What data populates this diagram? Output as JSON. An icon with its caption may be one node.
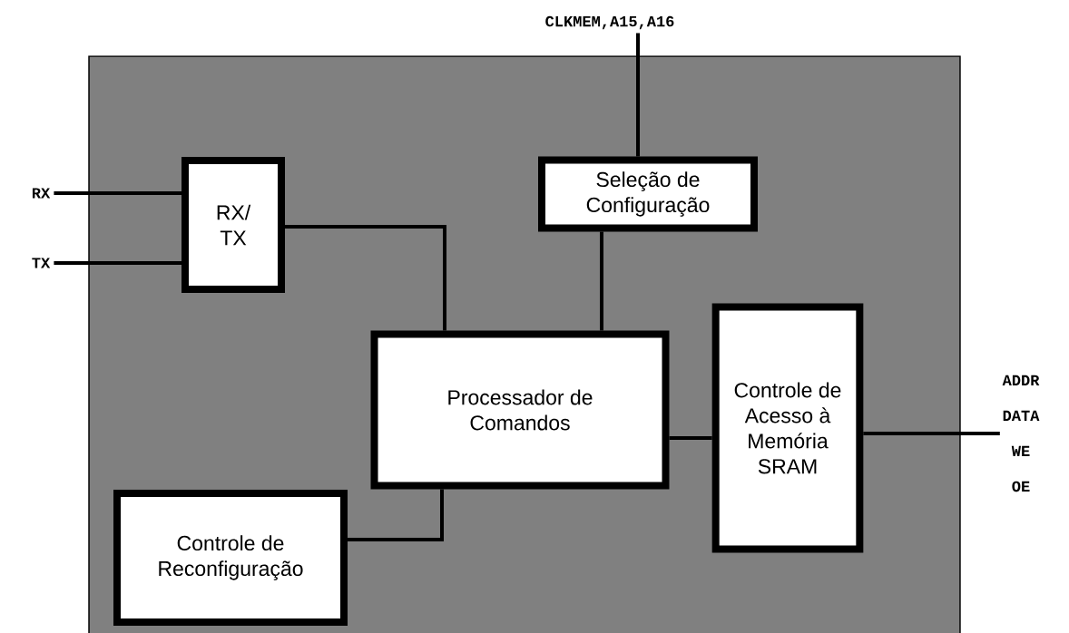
{
  "diagram": {
    "nodes": [
      {
        "text": [],
        "shape": "box"
      },
      {
        "text": [
          "RX/ TX"
        ],
        "in": 0
      },
      {
        "text": [
          "Seleção de Configuração"
        ],
        "in": 0
      },
      {
        "text": [
          "Processador de Comandos"
        ],
        "in": 0
      },
      {
        "text": [
          "Controle de Acesso à Memória SRAM"
        ],
        "in": 0
      },
      {
        "text": [
          "Controle de Reconfiguração"
        ],
        "in": 0
      },
      {
        "text": [
          "RX"
        ]
      },
      {
        "text": [
          "TX"
        ]
      },
      {
        "text": [
          "CLKMEM,A15,A16"
        ]
      },
      {
        "text": [
          "ADDR DATA WE OE"
        ]
      }
    ],
    "edges": [
      {
        "from": 6,
        "to": 1,
        "arrow": "none"
      },
      {
        "from": 7,
        "to": 1,
        "arrow": "none"
      },
      {
        "from": 8,
        "to": 2,
        "arrow": "none"
      },
      {
        "from": 1,
        "to": 3,
        "arrow": "none"
      },
      {
        "from": 2,
        "to": 3,
        "arrow": "none"
      },
      {
        "from": 3,
        "to": 4,
        "arrow": "none"
      },
      {
        "from": 3,
        "to": 5,
        "arrow": "none"
      },
      {
        "from": 4,
        "to": 9,
        "arrow": "none"
      }
    ]
  }
}
